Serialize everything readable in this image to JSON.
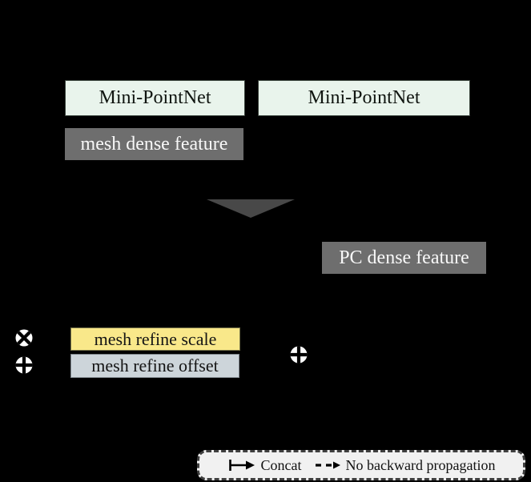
{
  "diagram": {
    "background": "#000000",
    "nodes": {
      "mini_pointnet_left": {
        "label": "Mini-PointNet"
      },
      "mini_pointnet_right": {
        "label": "Mini-PointNet"
      },
      "mesh_dense_feature": {
        "label": "mesh dense feature"
      },
      "pc_dense_feature": {
        "label": "PC dense feature"
      },
      "mesh_refine_scale": {
        "label": "mesh refine scale"
      },
      "mesh_refine_offset": {
        "label": "mesh refine offset"
      }
    },
    "operators": {
      "multiply_icon": "circled-times",
      "add_icon": "circled-plus"
    },
    "colors": {
      "mini_pointnet_fill": "#e9f4ec",
      "dense_feature_fill": "#6e6e6e",
      "dense_feature_text": "#f8f8f8",
      "refine_scale_fill": "#f9e88a",
      "refine_offset_fill": "#cdd5da",
      "triangle_fill": "#484848",
      "legend_fill": "#f1f1f1",
      "legend_border": "#3f3f3f"
    },
    "legend": {
      "concat_label": "Concat",
      "no_backprop_label": "No backward propagation"
    }
  }
}
